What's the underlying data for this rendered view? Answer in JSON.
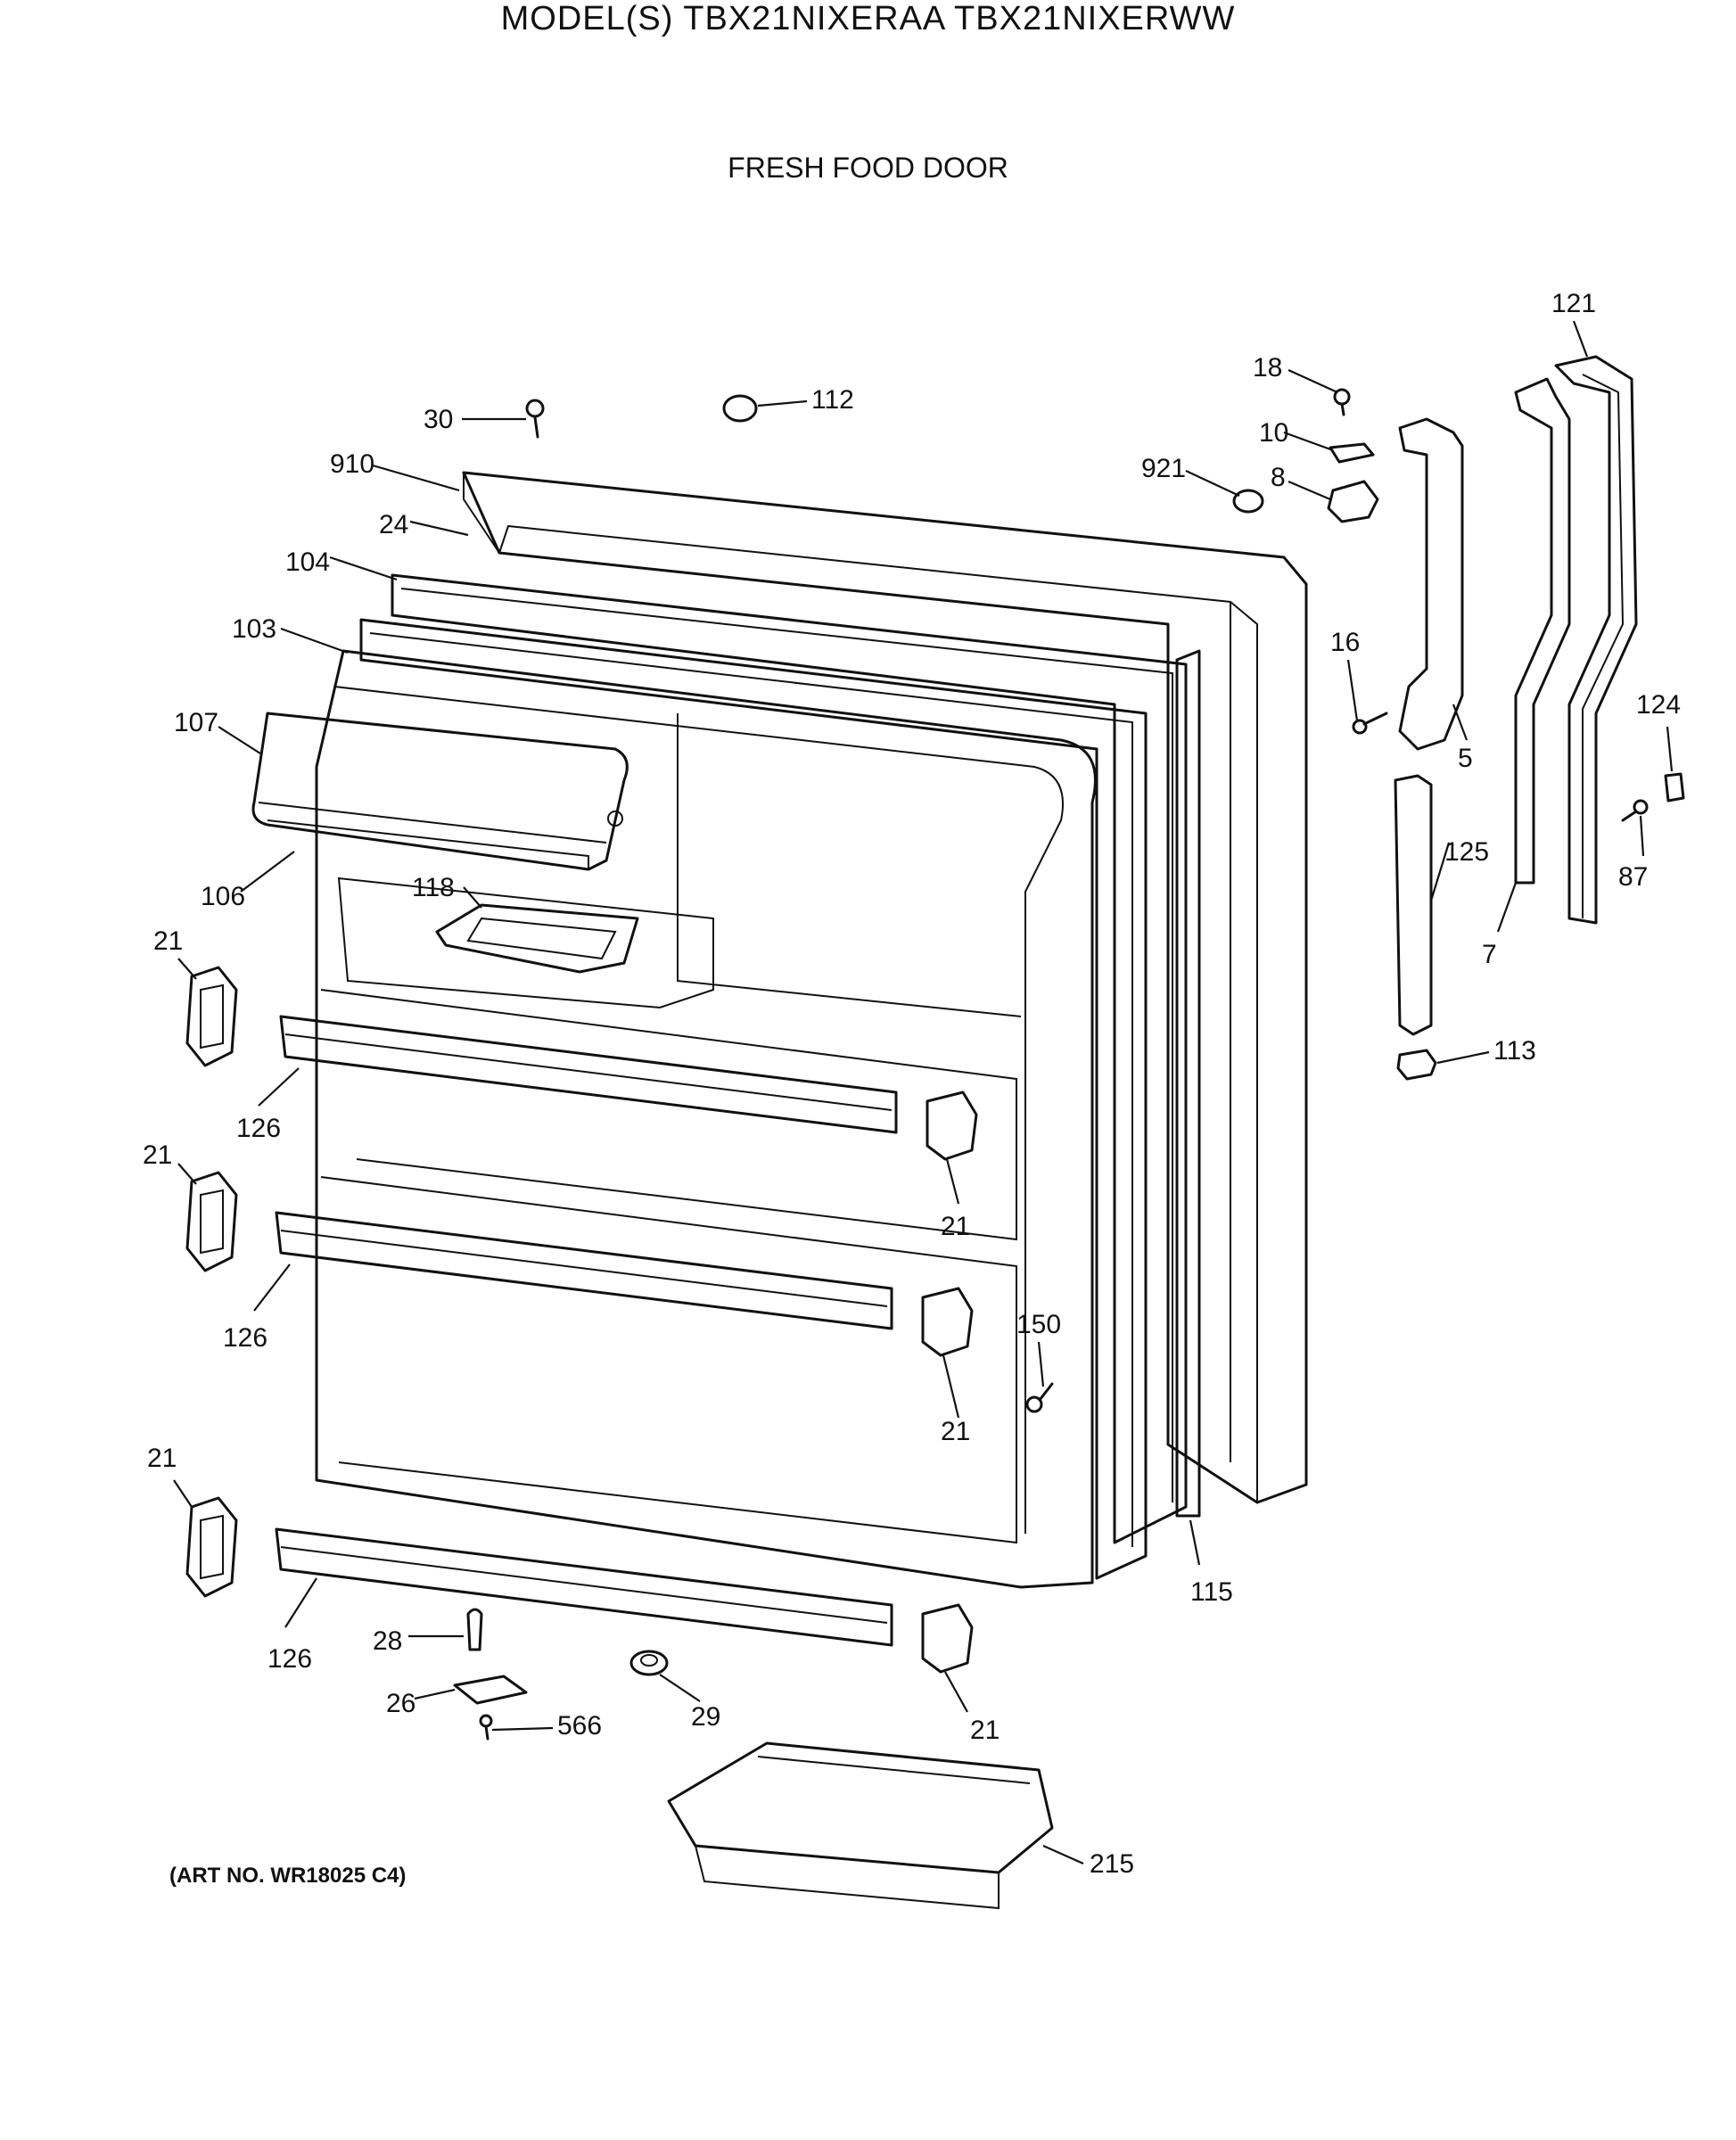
{
  "title": "MODEL(S) TBX21NIXERAA  TBX21NIXERWW",
  "subtitle": "FRESH FOOD DOOR",
  "art_note": "(ART NO. WR18025 C4)",
  "callouts": [
    {
      "id": "c121",
      "text": "121"
    },
    {
      "id": "c18",
      "text": "18"
    },
    {
      "id": "c10",
      "text": "10"
    },
    {
      "id": "c921",
      "text": "921"
    },
    {
      "id": "c8",
      "text": "8"
    },
    {
      "id": "c30",
      "text": "30"
    },
    {
      "id": "c112",
      "text": "112"
    },
    {
      "id": "c910",
      "text": "910"
    },
    {
      "id": "c24",
      "text": "24"
    },
    {
      "id": "c104",
      "text": "104"
    },
    {
      "id": "c103",
      "text": "103"
    },
    {
      "id": "c16",
      "text": "16"
    },
    {
      "id": "c5",
      "text": "5"
    },
    {
      "id": "c124",
      "text": "124"
    },
    {
      "id": "c107",
      "text": "107"
    },
    {
      "id": "c125",
      "text": "125"
    },
    {
      "id": "c87",
      "text": "87"
    },
    {
      "id": "c7",
      "text": "7"
    },
    {
      "id": "c106",
      "text": "106"
    },
    {
      "id": "c118",
      "text": "118"
    },
    {
      "id": "c21a",
      "text": "21"
    },
    {
      "id": "c113",
      "text": "113"
    },
    {
      "id": "c126a",
      "text": "126"
    },
    {
      "id": "c21b",
      "text": "21"
    },
    {
      "id": "c21c",
      "text": "21"
    },
    {
      "id": "c126b",
      "text": "126"
    },
    {
      "id": "c150",
      "text": "150"
    },
    {
      "id": "c21d",
      "text": "21"
    },
    {
      "id": "c21e",
      "text": "21"
    },
    {
      "id": "c115",
      "text": "115"
    },
    {
      "id": "c28",
      "text": "28"
    },
    {
      "id": "c126c",
      "text": "126"
    },
    {
      "id": "c26",
      "text": "26"
    },
    {
      "id": "c566",
      "text": "566"
    },
    {
      "id": "c29",
      "text": "29"
    },
    {
      "id": "c21f",
      "text": "21"
    },
    {
      "id": "c215",
      "text": "215"
    }
  ]
}
